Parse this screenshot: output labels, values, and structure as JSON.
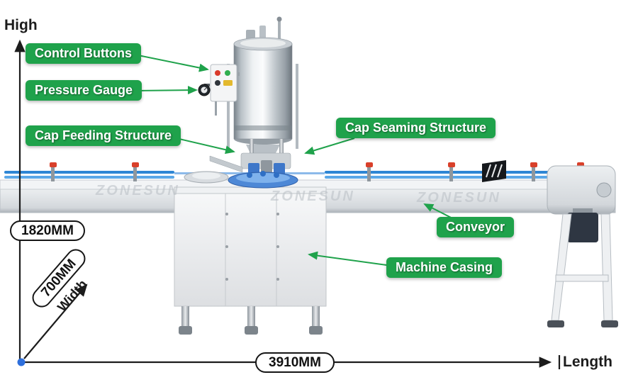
{
  "axes": {
    "high": "High",
    "length": "Length",
    "width": "Width"
  },
  "dimensions": {
    "height": "1820MM",
    "width": "700MM",
    "length": "3910MM"
  },
  "callouts": {
    "control_buttons": "Control Buttons",
    "pressure_gauge": "Pressure Gauge",
    "cap_feeding": "Cap Feeding Structure",
    "cap_seaming": "Cap Seaming Structure",
    "conveyor": "Conveyor",
    "machine_casing": "Machine Casing"
  },
  "watermark": "ZONESUN",
  "colors": {
    "callout_green": "#1fa24b",
    "axis_black": "#1c1c1c",
    "origin_dot_blue": "#2e6fdc",
    "conveyor_rail_blue": "#2e86d4",
    "turntable_blue": "#4d88d6",
    "machine_silver": "#d7dbde",
    "clamp_red": "#d9402a"
  }
}
